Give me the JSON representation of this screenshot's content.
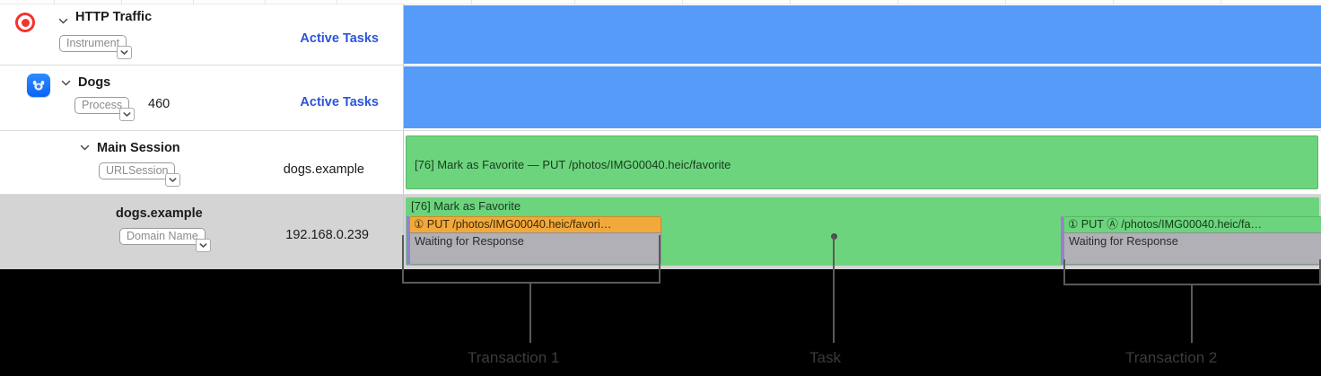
{
  "app": {
    "name": "Instruments",
    "view": "network-tracks"
  },
  "colors": {
    "track_blue": "#559bf7",
    "track_green": "#6dd47e",
    "transaction_orange": "#f2a93b",
    "waiting_gray": "#b0b0b6",
    "link_blue": "#2a55d8",
    "record_red": "#f5322b",
    "selected_row": "#d4d4d4",
    "callout_gray": "#5a5a5a",
    "canvas_black": "#000000"
  },
  "rows": [
    {
      "id": "http-traffic",
      "icon": "record-instrument-icon",
      "disclosure": "chevron-down-icon",
      "title": "HTTP Traffic",
      "token": "Instrument",
      "detail": "",
      "lane_label": "Active Tasks",
      "bar_kind": "blue",
      "selected": false
    },
    {
      "id": "dogs-process",
      "icon": "dogs-app-icon",
      "disclosure": "chevron-down-icon",
      "title": "Dogs",
      "token": "Process",
      "detail": "460",
      "lane_label": "Active Tasks",
      "bar_kind": "blue",
      "selected": false
    },
    {
      "id": "main-session",
      "icon": "",
      "disclosure": "chevron-down-icon",
      "title": "Main Session",
      "token": "URLSession",
      "detail": "dogs.example",
      "lane_label": "",
      "bar_kind": "green-task",
      "selected": false
    },
    {
      "id": "dogs-example-domain",
      "icon": "",
      "disclosure": "",
      "title": "dogs.example",
      "token": "Domain Name",
      "detail": "192.168.0.239",
      "lane_label": "",
      "bar_kind": "green-transactions",
      "selected": true
    }
  ],
  "task_bar": {
    "label": "[76] Mark as Favorite — PUT /photos/IMG00040.heic/favorite"
  },
  "domain_row": {
    "task_label": "[76] Mark as Favorite"
  },
  "transactions": [
    {
      "id": "transaction-1",
      "style": "orange",
      "number_glyph": "①",
      "method": "PUT",
      "header": "① PUT /photos/IMG00040.heic/favori…",
      "body": "Waiting for Response"
    },
    {
      "id": "transaction-2",
      "style": "green",
      "number_glyph": "①",
      "method": "PUT",
      "header": "① PUT Ⓐ /photos/IMG00040.heic/fa…",
      "body": "Waiting for Response"
    }
  ],
  "callouts": [
    {
      "id": "callout-transaction-1",
      "label": "Transaction 1",
      "kind": "bracket"
    },
    {
      "id": "callout-task",
      "label": "Task",
      "kind": "pointer"
    },
    {
      "id": "callout-transaction-2",
      "label": "Transaction 2",
      "kind": "bracket"
    }
  ]
}
